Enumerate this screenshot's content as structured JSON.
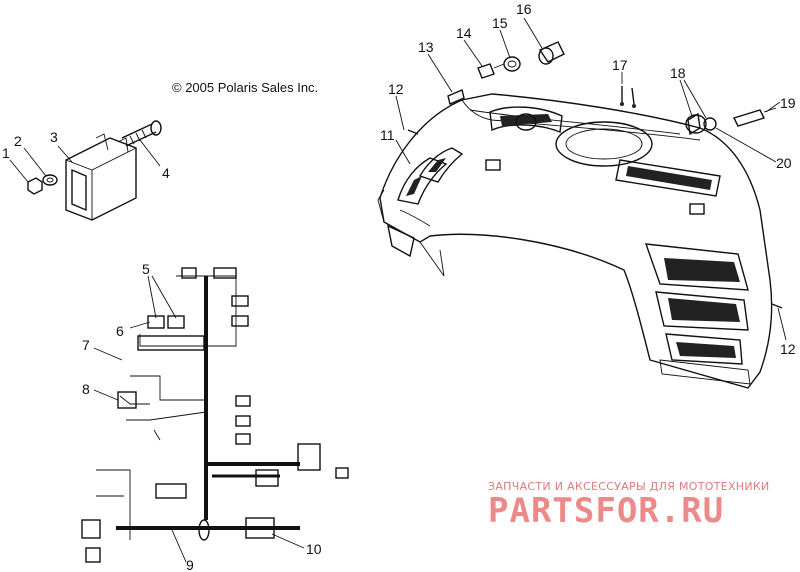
{
  "copyright": "© 2005 Polaris Sales Inc.",
  "watermark": {
    "tagline": "ЗАПЧАСТИ И АКСЕССУАРЫ ДЛЯ МОТОТЕХНИКИ",
    "brand": "PARTSFOR.RU",
    "color": "#ec8a8a"
  },
  "callouts": [
    {
      "id": "c1",
      "label": "1"
    },
    {
      "id": "c2",
      "label": "2"
    },
    {
      "id": "c3",
      "label": "3"
    },
    {
      "id": "c4",
      "label": "4"
    },
    {
      "id": "c5",
      "label": "5"
    },
    {
      "id": "c6",
      "label": "6"
    },
    {
      "id": "c7",
      "label": "7"
    },
    {
      "id": "c8",
      "label": "8"
    },
    {
      "id": "c9",
      "label": "9"
    },
    {
      "id": "c10",
      "label": "10"
    },
    {
      "id": "c11",
      "label": "11"
    },
    {
      "id": "c12a",
      "label": "12"
    },
    {
      "id": "c12b",
      "label": "12"
    },
    {
      "id": "c13",
      "label": "13"
    },
    {
      "id": "c14",
      "label": "14"
    },
    {
      "id": "c15",
      "label": "15"
    },
    {
      "id": "c16",
      "label": "16"
    },
    {
      "id": "c17",
      "label": "17"
    },
    {
      "id": "c18",
      "label": "18"
    },
    {
      "id": "c19",
      "label": "19"
    },
    {
      "id": "c20",
      "label": "20"
    }
  ]
}
